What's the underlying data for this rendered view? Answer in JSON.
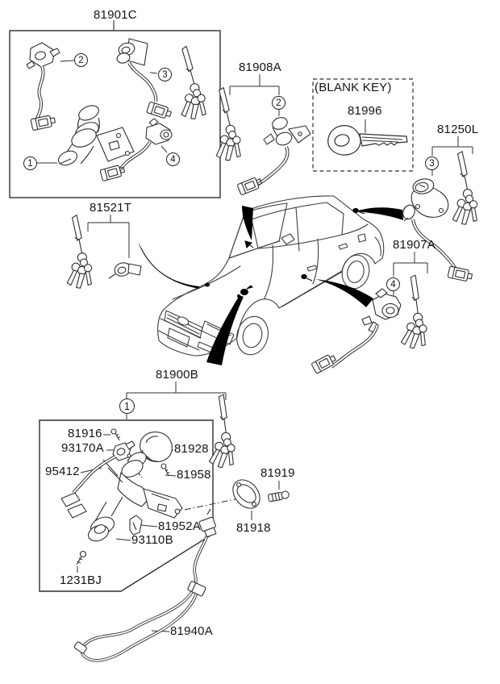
{
  "diagram": {
    "labels": {
      "l81901c": "81901C",
      "l81908a": "81908A",
      "blank_key": "(BLANK KEY)",
      "l81996": "81996",
      "l81250l": "81250L",
      "l81521t": "81521T",
      "l81907a": "81907A",
      "l81900b": "81900B",
      "l81916": "81916",
      "l93170a": "93170A",
      "l95412": "95412",
      "l81928": "81928",
      "l81958": "81958",
      "l81952a": "81952A",
      "l93110b": "93110B",
      "l1231bj": "1231BJ",
      "l81919": "81919",
      "l81918": "81918",
      "l81940a": "81940A"
    },
    "callouts": {
      "box1_item1": "1",
      "box1_item2": "2",
      "box1_item3": "3",
      "box1_item4": "4",
      "set_81908a": "2",
      "set_81250l": "3",
      "set_81907a": "4",
      "set_81900b": "1"
    },
    "colors": {
      "line": "#2f2f2f",
      "car_line": "#3d3d3d",
      "arrow_fill": "#000000",
      "background": "#ffffff"
    }
  }
}
